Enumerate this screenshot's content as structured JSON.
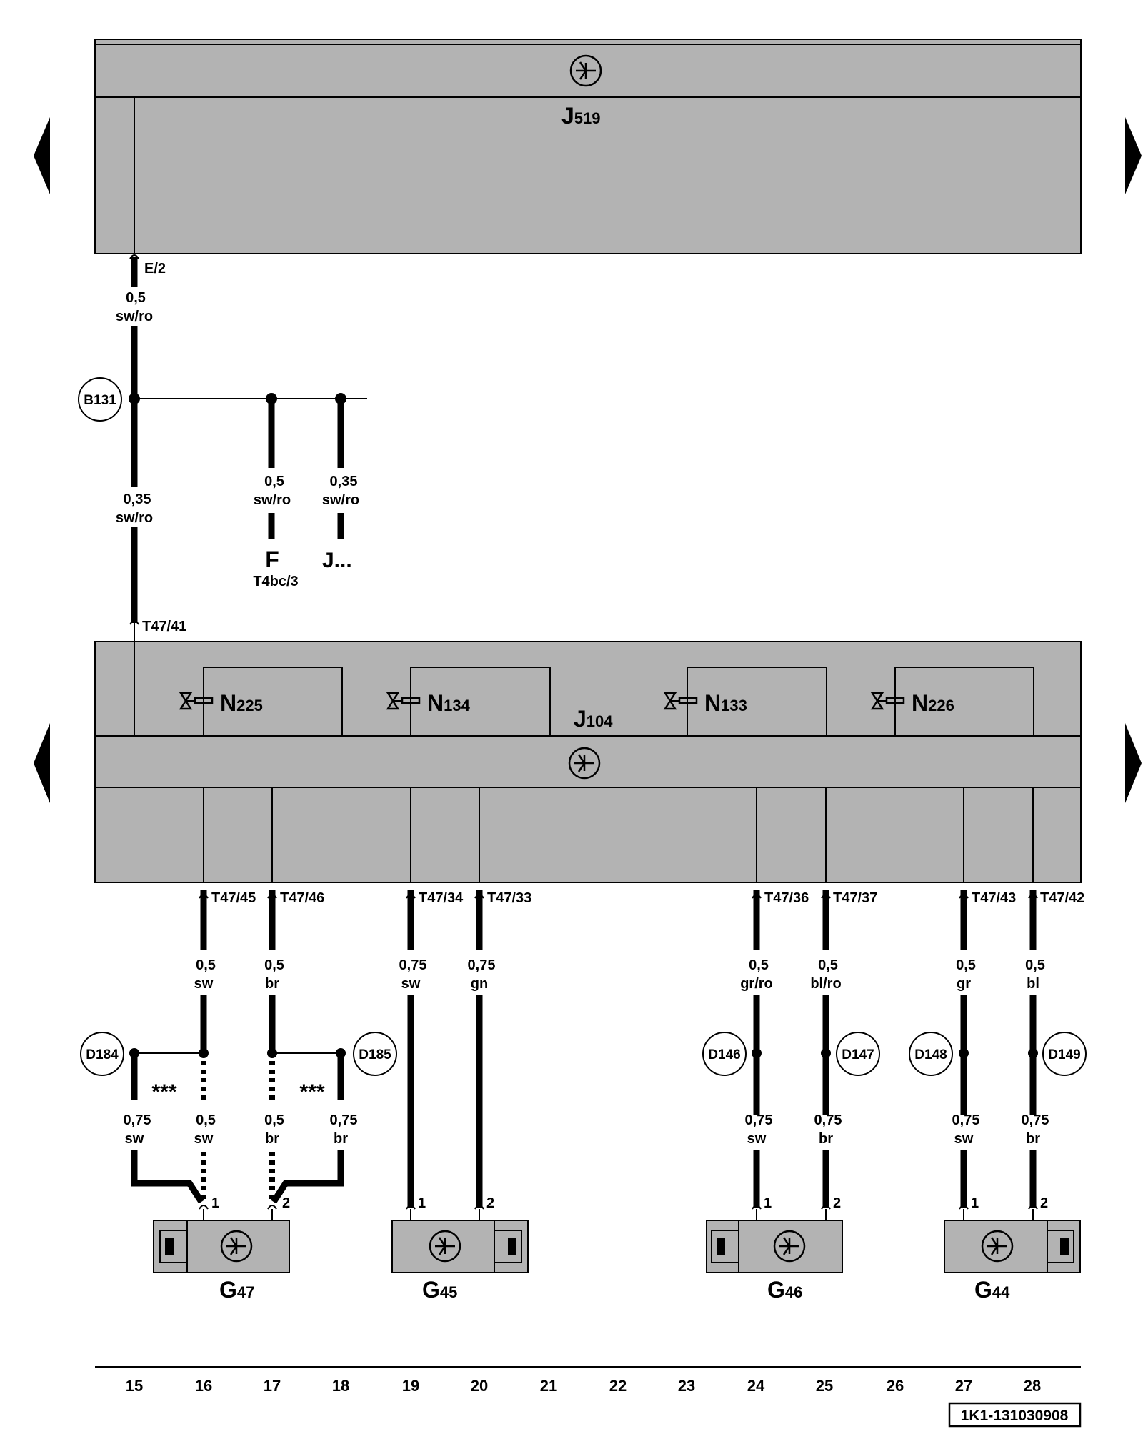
{
  "units": {
    "J519": {
      "letter": "J",
      "sub": "519"
    },
    "J104": {
      "letter": "J",
      "sub": "104"
    }
  },
  "valves": [
    {
      "letter": "N",
      "sub": "225"
    },
    {
      "letter": "N",
      "sub": "134"
    },
    {
      "letter": "N",
      "sub": "133"
    },
    {
      "letter": "N",
      "sub": "226"
    }
  ],
  "sensors": [
    {
      "letter": "G",
      "sub": "47"
    },
    {
      "letter": "G",
      "sub": "45"
    },
    {
      "letter": "G",
      "sub": "46"
    },
    {
      "letter": "G",
      "sub": "44"
    }
  ],
  "pins": {
    "e2": "E/2",
    "t47_41": "T47/41",
    "bottom": [
      "T47/45",
      "T47/46",
      "T47/34",
      "T47/33",
      "T47/36",
      "T47/37",
      "T47/43",
      "T47/42"
    ]
  },
  "wire_labels": {
    "top": [
      "0,5",
      "sw/ro"
    ],
    "b131_down": [
      "0,35",
      "sw/ro"
    ],
    "to_f": [
      "0,5",
      "sw/ro"
    ],
    "to_j": [
      "0,35",
      "sw/ro"
    ],
    "w16": [
      "0,5",
      "sw"
    ],
    "w17": [
      "0,5",
      "br"
    ],
    "w19": [
      "0,75",
      "sw"
    ],
    "w20": [
      "0,75",
      "gn"
    ],
    "w24": [
      "0,5",
      "gr/ro"
    ],
    "w25": [
      "0,5",
      "bl/ro"
    ],
    "w27": [
      "0,5",
      "gr"
    ],
    "w28": [
      "0,5",
      "bl"
    ],
    "l15": [
      "0,75",
      "sw"
    ],
    "l16": [
      "0,5",
      "sw"
    ],
    "l17": [
      "0,5",
      "br"
    ],
    "l18": [
      "0,75",
      "br"
    ],
    "l24": [
      "0,75",
      "sw"
    ],
    "l25": [
      "0,75",
      "br"
    ],
    "l27": [
      "0,75",
      "sw"
    ],
    "l28": [
      "0,75",
      "br"
    ]
  },
  "branch_targets": {
    "f_letter": "F",
    "f_pin": "T4bc/3",
    "j_letter": "J..."
  },
  "splices": {
    "b131": "B131",
    "d184": "D184",
    "d185": "D185",
    "d146": "D146",
    "d147": "D147",
    "d148": "D148",
    "d149": "D149"
  },
  "stars": "***",
  "connector_pins": [
    "1",
    "2",
    "1",
    "2",
    "1",
    "2",
    "1",
    "2"
  ],
  "grid_numbers": [
    "15",
    "16",
    "17",
    "18",
    "19",
    "20",
    "21",
    "22",
    "23",
    "24",
    "25",
    "26",
    "27",
    "28"
  ],
  "diagram_id": "1K1-131030908",
  "icons": [
    "left-arrow-icon",
    "right-arrow-icon",
    "rotation-sensor-icon",
    "valve-icon",
    "sensor-coil-icon"
  ]
}
